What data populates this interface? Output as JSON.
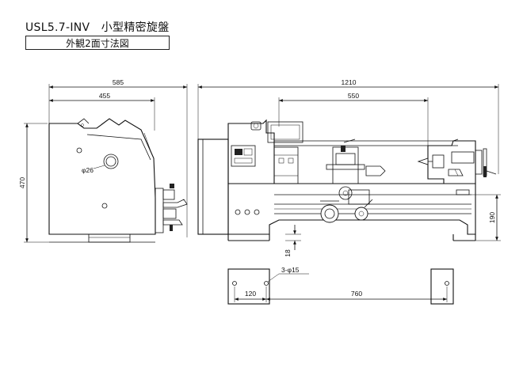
{
  "header": {
    "title": "USL5.7-INV　小型精密旋盤",
    "subtitle": "外観2面寸法図"
  },
  "side_view": {
    "dim_overall_width": "585",
    "dim_inner_width": "455",
    "dim_height": "470",
    "dim_spindle_bore": "φ26"
  },
  "front_view": {
    "dim_overall_length": "1210",
    "dim_center_distance": "550",
    "dim_center_height": "190",
    "dim_base_gap": "18"
  },
  "base_plan": {
    "dim_holes": "3-φ15",
    "dim_left_hole_pitch": "120",
    "dim_hole_span": "760"
  }
}
